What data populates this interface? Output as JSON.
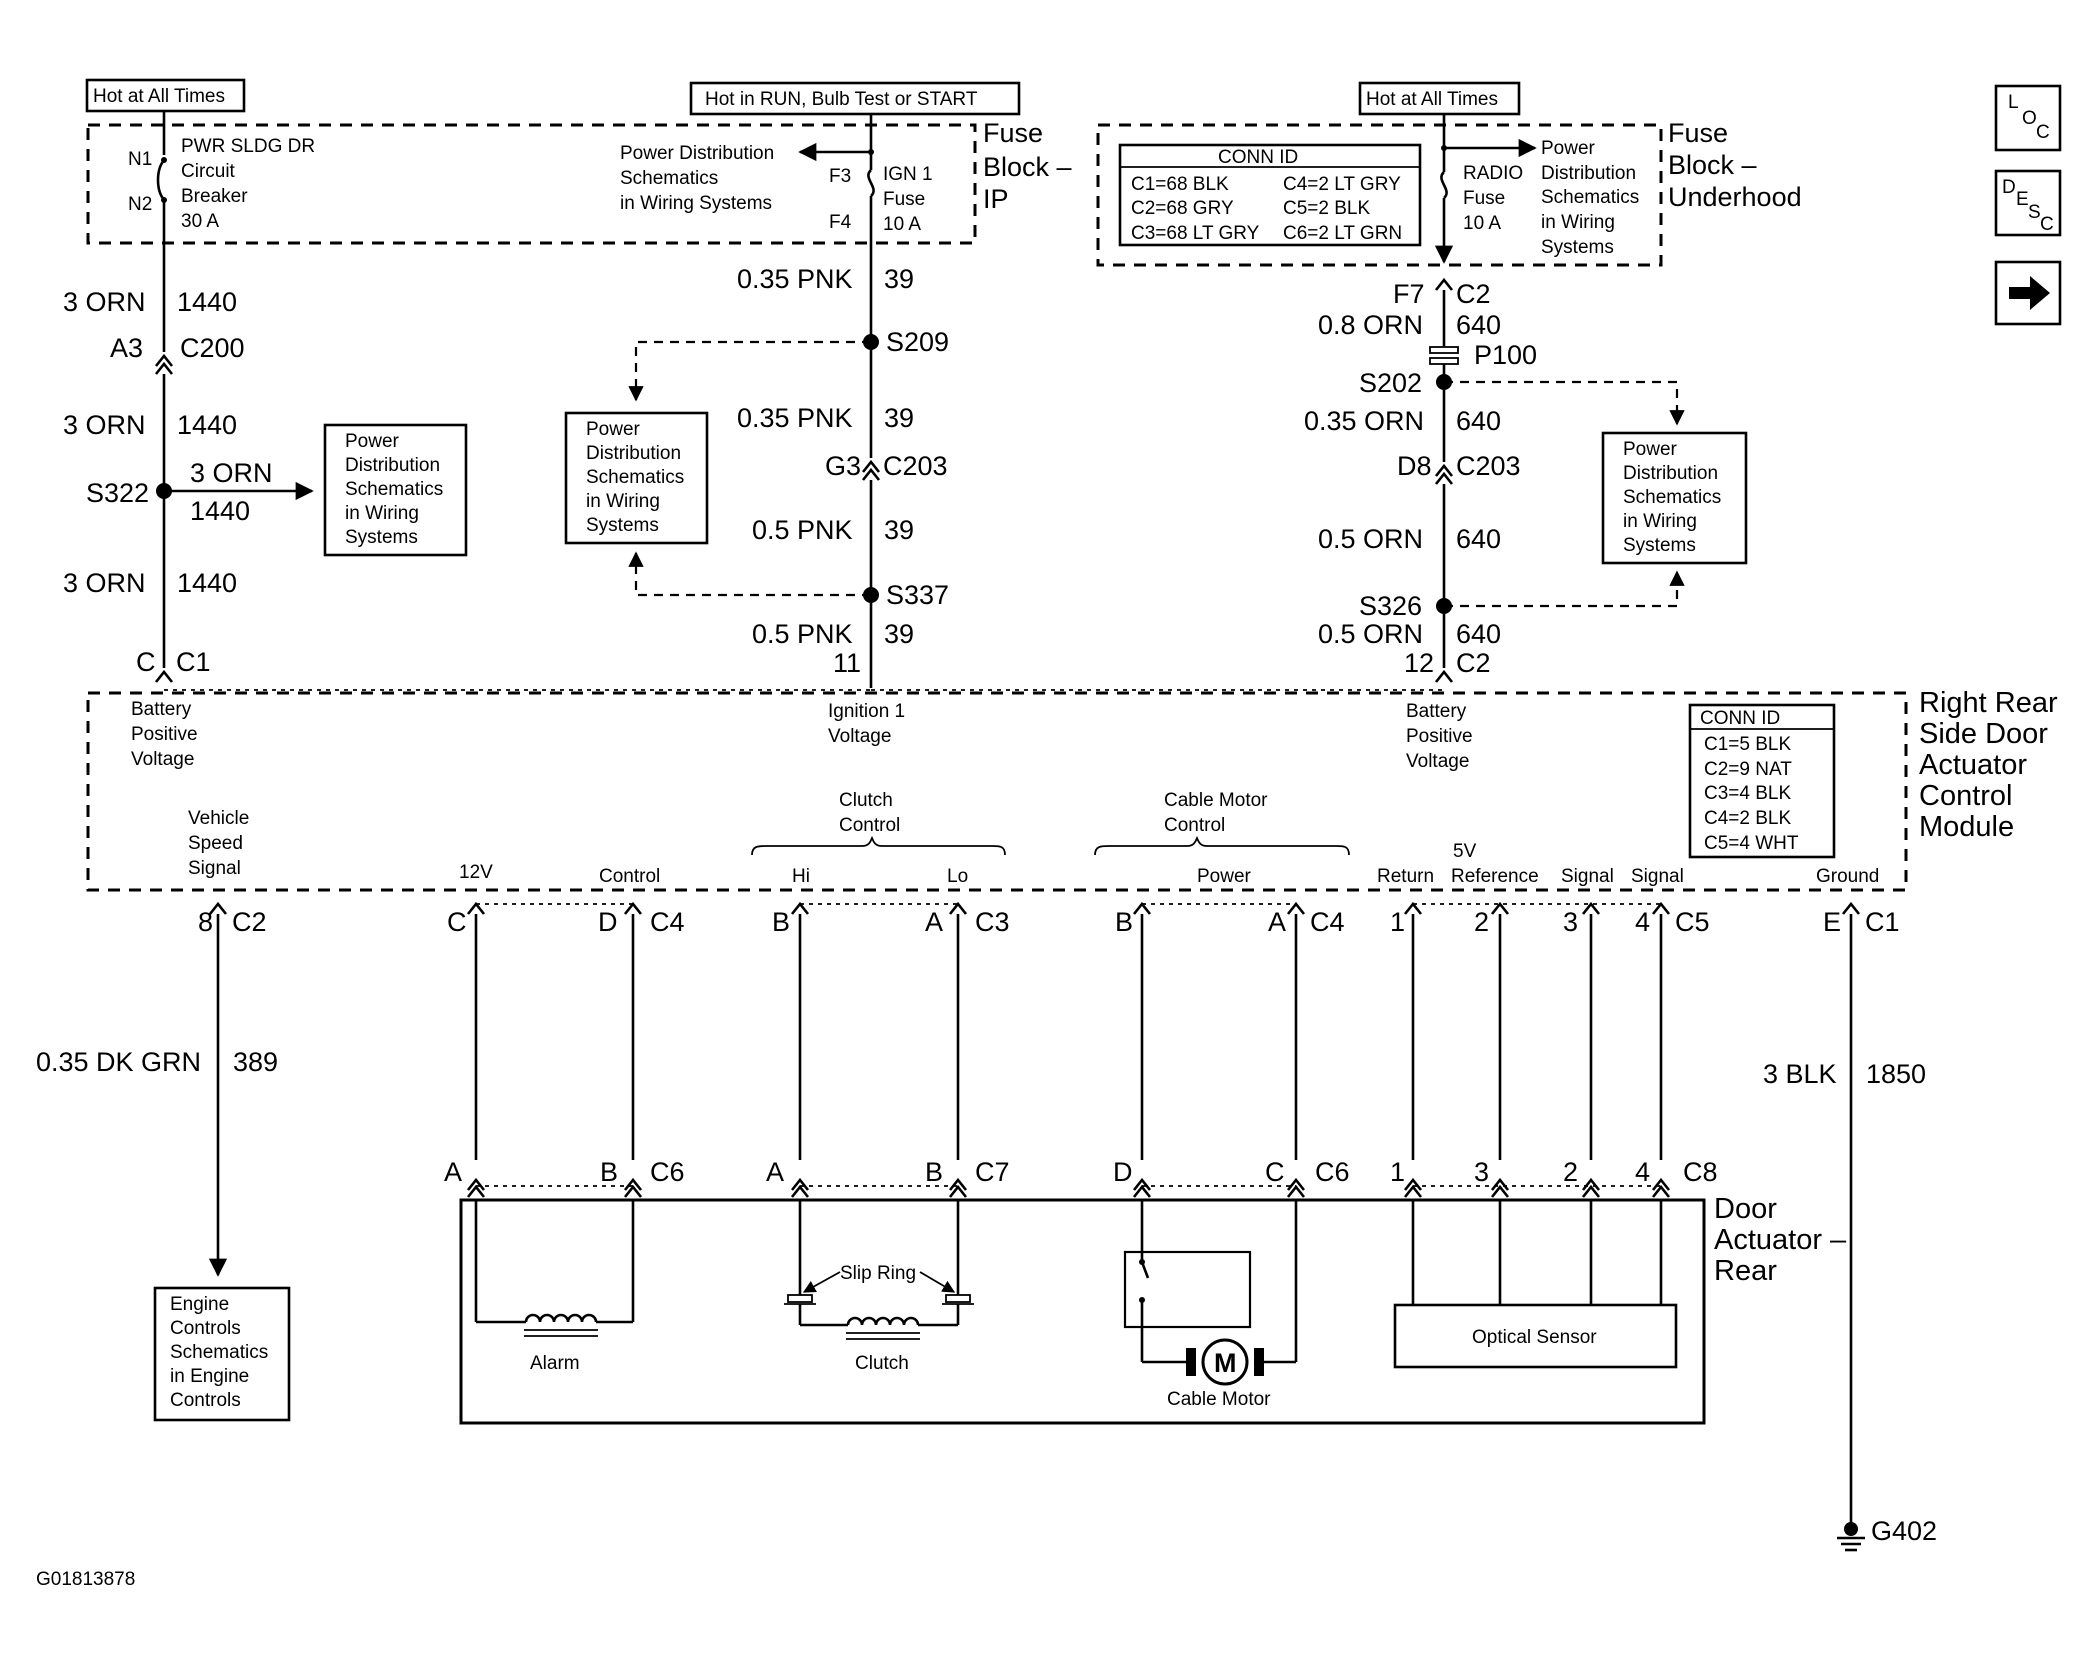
{
  "doc_id": "G01813878",
  "nav": {
    "loc": [
      "L",
      "O",
      "C"
    ],
    "desc": [
      "D",
      "E",
      "S",
      "C"
    ]
  },
  "hot_labels": {
    "left": "Hot at All Times",
    "center": "Hot in RUN, Bulb Test or START",
    "right": "Hot at All Times"
  },
  "fuse_block_ip": {
    "title": [
      "Fuse",
      "Block –",
      "IP"
    ],
    "n1": "N1",
    "n2": "N2",
    "breaker": [
      "PWR SLDG DR",
      "Circuit",
      "Breaker",
      "30 A"
    ],
    "pd_text": [
      "Power Distribution",
      "Schematics",
      "in Wiring Systems"
    ],
    "f3": "F3",
    "f4": "F4",
    "fuse": [
      "IGN 1",
      "Fuse",
      "10 A"
    ]
  },
  "fuse_block_uh": {
    "title": [
      "Fuse",
      "Block –",
      "Underhood"
    ],
    "conn_id_title": "CONN ID",
    "conn_rows": [
      [
        "C1=68 BLK",
        "C4=2 LT GRY"
      ],
      [
        "C2=68 GRY",
        "C5=2 BLK"
      ],
      [
        "C3=68 LT GRY",
        "C6=2 LT GRN"
      ]
    ],
    "fuse": [
      "RADIO",
      "Fuse",
      "10 A"
    ],
    "pd_text": [
      "Power",
      "Distribution",
      "Schematics",
      "in Wiring",
      "Systems"
    ]
  },
  "left_circuit": {
    "wire_size": "3 ORN",
    "wire_num": "1440",
    "a3": "A3",
    "c200": "C200",
    "s322": "S322",
    "branch_size": "3 ORN",
    "branch_num": "1440",
    "pd_box": [
      "Power",
      "Distribution",
      "Schematics",
      "in Wiring",
      "Systems"
    ],
    "c": "C",
    "c1": "C1"
  },
  "center_circuit": {
    "w1_size": "0.35 PNK",
    "w1_num": "39",
    "s209": "S209",
    "w2_size": "0.35 PNK",
    "w2_num": "39",
    "g3": "G3",
    "c203": "C203",
    "w3_size": "0.5 PNK",
    "w3_num": "39",
    "s337": "S337",
    "w4_size": "0.5 PNK",
    "w4_num": "39",
    "pin": "11",
    "pd_box": [
      "Power",
      "Distribution",
      "Schematics",
      "in Wiring",
      "Systems"
    ]
  },
  "right_circuit": {
    "f7": "F7",
    "c2": "C2",
    "w1_size": "0.8 ORN",
    "w1_num": "640",
    "p100": "P100",
    "s202": "S202",
    "w2_size": "0.35 ORN",
    "w2_num": "640",
    "d8": "D8",
    "c203": "C203",
    "w3_size": "0.5 ORN",
    "w3_num": "640",
    "s326": "S326",
    "w4_size": "0.5 ORN",
    "w4_num": "640",
    "pin": "12",
    "pin_conn": "C2",
    "pd_box": [
      "Power",
      "Distribution",
      "Schematics",
      "in Wiring",
      "Systems"
    ]
  },
  "module": {
    "title": [
      "Right Rear",
      "Side Door",
      "Actuator",
      "Control",
      "Module"
    ],
    "bat1": [
      "Battery",
      "Positive",
      "Voltage"
    ],
    "ign": [
      "Ignition 1",
      "Voltage"
    ],
    "bat2": [
      "Battery",
      "Positive",
      "Voltage"
    ],
    "vss": [
      "Vehicle",
      "Speed",
      "Signal"
    ],
    "clutch_ctrl": [
      "Clutch",
      "Control"
    ],
    "cable_ctrl": [
      "Cable Motor",
      "Control"
    ],
    "v12": "12V",
    "control": "Control",
    "hi": "Hi",
    "lo": "Lo",
    "power": "Power",
    "return": "Return",
    "v5": "5V",
    "reference": "Reference",
    "signal1": "Signal",
    "signal2": "Signal",
    "ground": "Ground",
    "conn_id_title": "CONN ID",
    "conn_rows": [
      "C1=5 BLK",
      "C2=9 NAT",
      "C3=4 BLK",
      "C4=2 BLK",
      "C5=4 WHT"
    ]
  },
  "top_pins": {
    "p8": "8",
    "c2": "C2",
    "c_pin": "C",
    "d_pin": "D",
    "c4a": "C4",
    "b_pin": "B",
    "a_pin": "A",
    "c3": "C3",
    "b2_pin": "B",
    "a2_pin": "A",
    "c4b": "C4",
    "n1": "1",
    "n2": "2",
    "n3": "3",
    "n4": "4",
    "c5": "C5",
    "e_pin": "E",
    "c1": "C1"
  },
  "wires": {
    "vss_size": "0.35 DK GRN",
    "vss_num": "389",
    "gnd_size": "3 BLK",
    "gnd_num": "1850",
    "g402": "G402"
  },
  "bottom_pins": {
    "a1": "A",
    "b1": "B",
    "c6a": "C6",
    "a2": "A",
    "b2": "B",
    "c7": "C7",
    "d1": "D",
    "c_1": "C",
    "c6b": "C6",
    "n1": "1",
    "n3": "3",
    "n2": "2",
    "n4": "4",
    "c8": "C8"
  },
  "actuator": {
    "title": [
      "Door",
      "Actuator –",
      "Rear"
    ],
    "alarm": "Alarm",
    "slip_ring": "Slip Ring",
    "clutch": "Clutch",
    "motor_letter": "M",
    "cable_motor": "Cable Motor",
    "optical_sensor": "Optical Sensor"
  },
  "engine_box": [
    "Engine",
    "Controls",
    "Schematics",
    "in Engine",
    "Controls"
  ]
}
